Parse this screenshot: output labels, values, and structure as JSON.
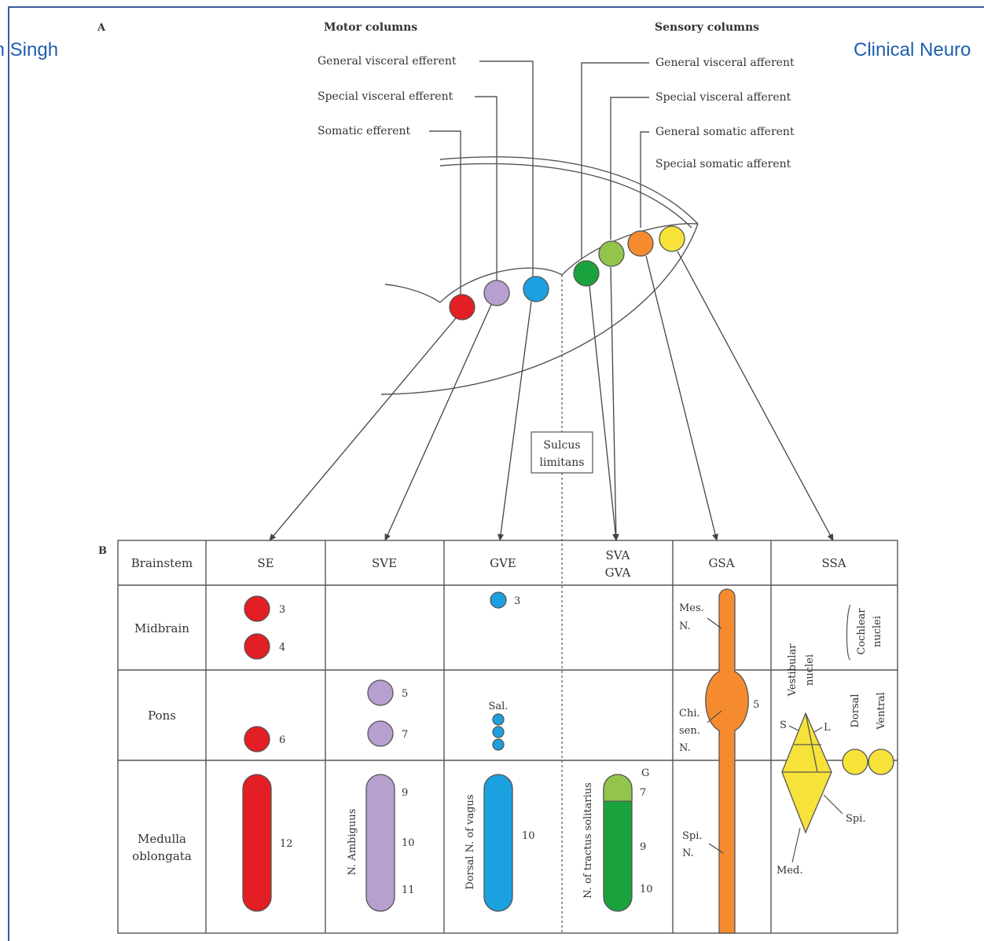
{
  "header": {
    "left_text": "m Singh",
    "right_text": "Clinical Neuro"
  },
  "figure": {
    "panel_a": "A",
    "panel_b": "B",
    "motor_heading": "Motor columns",
    "sensory_heading": "Sensory columns",
    "motor_labels": [
      "General visceral efferent",
      "Special visceral efferent",
      "Somatic efferent"
    ],
    "sensory_labels": [
      "General visceral afferent",
      "Special visceral afferent",
      "General somatic afferent",
      "Special somatic afferent"
    ],
    "sulcus_label_1": "Sulcus",
    "sulcus_label_2": "limitans",
    "colors": {
      "SE": "#e31e24",
      "SVE": "#b79fd0",
      "GVE": "#1ba0e0",
      "SVA_GVA": "#1aa33c",
      "SVA_light": "#93c54a",
      "GSA": "#f58a2f",
      "SSA": "#f7e23a"
    }
  },
  "table": {
    "headers": [
      "Brainstem",
      "SE",
      "SVE",
      "GVE",
      "SVA",
      "GVA",
      "GSA",
      "SSA"
    ],
    "rows": [
      "Midbrain",
      "Pons",
      "Medulla",
      "oblongata"
    ],
    "se_labels": [
      "3",
      "4",
      "6",
      "12"
    ],
    "sve_labels": [
      "5",
      "7",
      "9",
      "10",
      "11"
    ],
    "sve_nucleus": "N. Ambiguus",
    "gve_labels": [
      "3",
      "Sal.",
      "10"
    ],
    "gve_nucleus": "Dorsal N. of vagus",
    "sva_labels": [
      "G",
      "7",
      "9",
      "10"
    ],
    "sva_nucleus": "N. of tractus solitarius",
    "gsa_labels": [
      "Mes.",
      "N.",
      "Chi.",
      "sen.",
      "N.",
      "Spi.",
      "N.",
      "5"
    ],
    "ssa_labels": {
      "cochlear_1": "Cochlear",
      "cochlear_2": "nuclei",
      "vestibular_1": "Vestibular",
      "vestibular_2": "nuclei",
      "dorsal": "Dorsal",
      "ventral": "Ventral",
      "s": "S",
      "l": "L",
      "spi": "Spi.",
      "med": "Med."
    }
  }
}
